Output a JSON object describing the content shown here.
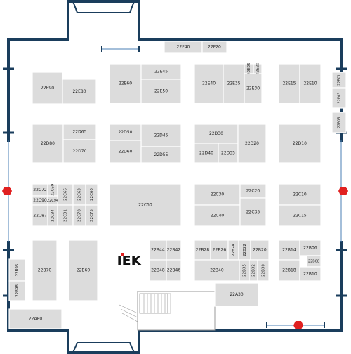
{
  "map": {
    "title": "",
    "logo_text": "IEK",
    "booths": [
      "22F40",
      "22F20",
      "22E90",
      "22E80",
      "22E60",
      "22E45",
      "22E50",
      "22E40",
      "22E35",
      "22E25",
      "22E20",
      "22E30",
      "22E15",
      "22E10",
      "22E01",
      "22E03",
      "22E05",
      "22D80",
      "22D65",
      "22D70",
      "22D50",
      "22D45",
      "22D60",
      "22D55",
      "22D30",
      "22D40",
      "22D35",
      "22D20",
      "22D10",
      "22C72",
      "22C69",
      "22C66",
      "22C63",
      "22C60",
      "22C90",
      "22C94",
      "22C84",
      "22C81",
      "22C78",
      "22C75",
      "22C87",
      "22C50",
      "22C30",
      "22C20",
      "22C40",
      "22C35",
      "22C10",
      "22C15",
      "22B95",
      "22B98",
      "22B70",
      "22B60",
      "22B44",
      "22B42",
      "22B48",
      "22B46",
      "22B28",
      "22B26",
      "22B24",
      "22B22",
      "22B20",
      "22B40",
      "22B35",
      "22B32",
      "22B30",
      "22B14",
      "22B06",
      "22B08",
      "22B18",
      "22B10",
      "22A80",
      "22A30"
    ]
  },
  "colors": {
    "booth": "#dcdcdc",
    "wall": "#1a3d5c",
    "entrance": "#e02020",
    "logo_accent": "#e02020"
  }
}
